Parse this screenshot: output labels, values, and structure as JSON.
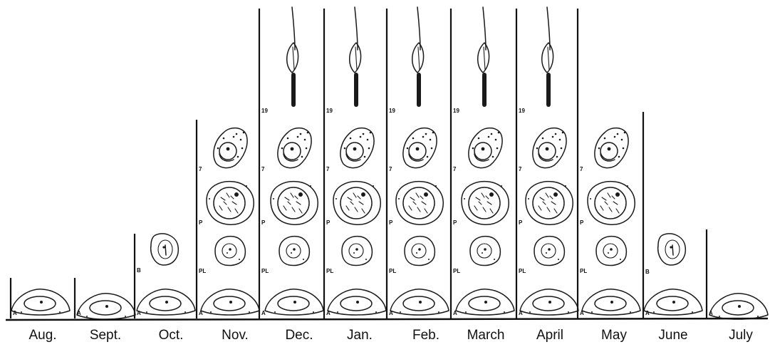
{
  "figure": {
    "months": [
      {
        "label": "Aug.",
        "stages": [
          "A"
        ]
      },
      {
        "label": "Sept.",
        "stages": [
          "A"
        ]
      },
      {
        "label": "Oct.",
        "stages": [
          "A",
          "B"
        ]
      },
      {
        "label": "Nov.",
        "stages": [
          "A",
          "PL",
          "P",
          "7"
        ]
      },
      {
        "label": "Dec.",
        "stages": [
          "A",
          "PL",
          "P",
          "7",
          "19"
        ]
      },
      {
        "label": "Jan.",
        "stages": [
          "A",
          "PL",
          "P",
          "7",
          "19"
        ]
      },
      {
        "label": "Feb.",
        "stages": [
          "A",
          "PL",
          "P",
          "7",
          "19"
        ]
      },
      {
        "label": "March",
        "stages": [
          "A",
          "PL",
          "P",
          "7",
          "19"
        ]
      },
      {
        "label": "April",
        "stages": [
          "A",
          "PL",
          "P",
          "7",
          "19"
        ]
      },
      {
        "label": "May",
        "stages": [
          "A",
          "PL",
          "P",
          "7"
        ]
      },
      {
        "label": "June",
        "stages": [
          "A",
          "B"
        ]
      },
      {
        "label": "July",
        "stages": [
          "A"
        ]
      }
    ],
    "stage_drawings": {
      "A": "flattened-cell-icon",
      "B": "irregular-cell-icon",
      "PL": "small-round-cell-icon",
      "P": "large-nucleus-cell-icon",
      "7": "dense-cell-with-vesicle-icon",
      "19": "spermatozoon-icon"
    }
  }
}
